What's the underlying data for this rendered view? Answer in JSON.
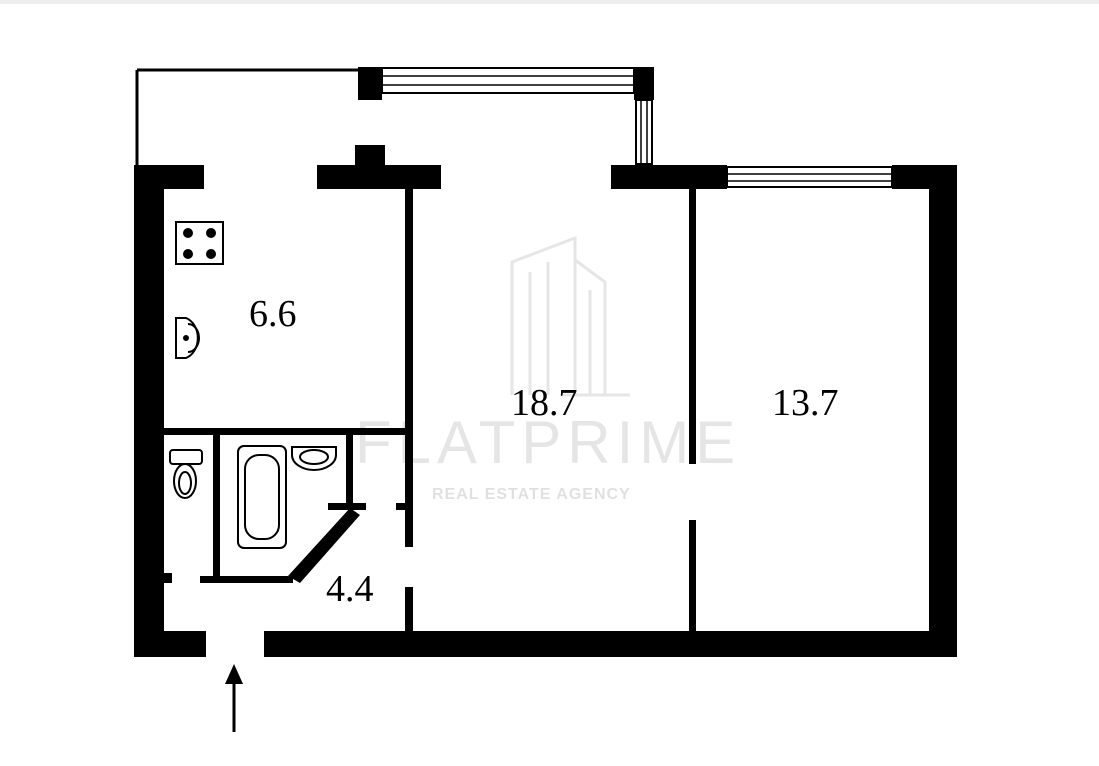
{
  "rooms": {
    "kitchen": {
      "area": "6.6"
    },
    "living": {
      "area": "18.7"
    },
    "bedroom": {
      "area": "13.7"
    },
    "hall": {
      "area": "4.4"
    }
  },
  "watermark": {
    "brand": "FLATPRIME",
    "tagline": "REAL ESTATE AGENCY"
  },
  "colors": {
    "wall": "#000000",
    "background": "#ffffff",
    "watermark": "#d9d9d9"
  },
  "icons": {
    "entrance": "arrow-up-icon",
    "stove": "stove-icon",
    "kitchen_sink": "sink-icon",
    "toilet": "toilet-icon",
    "bathtub": "bathtub-icon",
    "washbasin": "washbasin-icon",
    "window": "window-icon"
  }
}
